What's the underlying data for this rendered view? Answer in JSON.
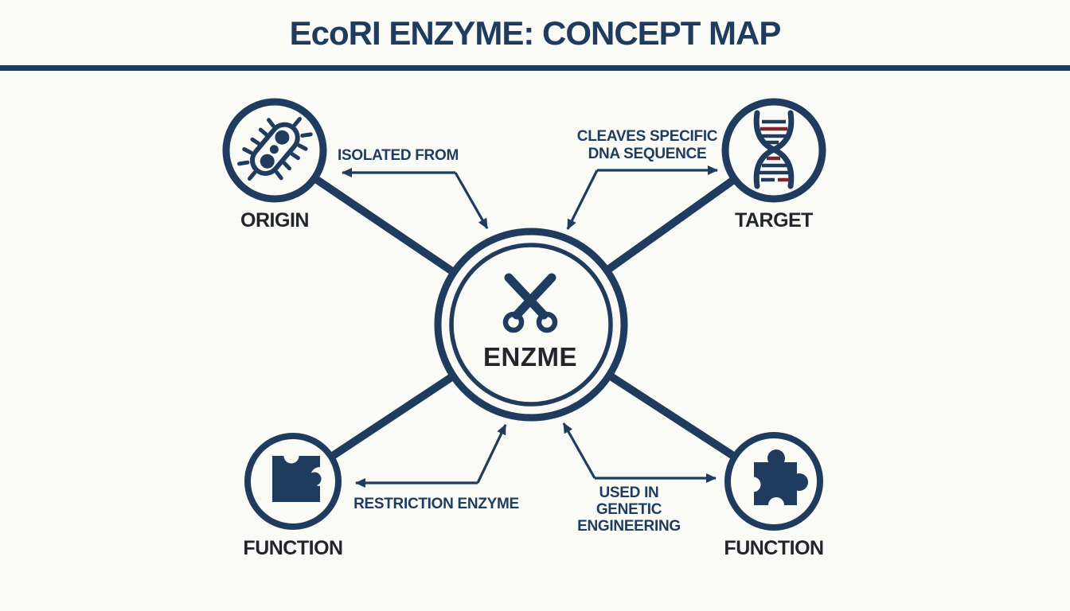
{
  "title": "EcoRI ENZYME: CONCEPT MAP",
  "colors": {
    "navy": "#1f3b5e",
    "maroon": "#7d2630",
    "ink": "#22262c",
    "background": "#fafaf6"
  },
  "center": {
    "label": "ENZME",
    "icon": "scissors-icon"
  },
  "nodes": [
    {
      "id": "origin",
      "label": "ORIGIN",
      "icon": "bacteria-icon",
      "position": "top-left"
    },
    {
      "id": "target",
      "label": "TARGET",
      "icon": "dna-icon",
      "position": "top-right"
    },
    {
      "id": "function-left",
      "label": "FUNCTION",
      "icon": "puzzle-icon",
      "position": "bottom-left"
    },
    {
      "id": "function-right",
      "label": "FUNCTION",
      "icon": "puzzle-icon",
      "position": "bottom-right"
    }
  ],
  "edges": [
    {
      "from": "center",
      "to": "origin",
      "label_lines": [
        "ISOLATED FROM"
      ]
    },
    {
      "from": "center",
      "to": "target",
      "label_lines": [
        "CLEAVES SPECIFIC",
        "DNA SEQUENCE"
      ]
    },
    {
      "from": "center",
      "to": "function-left",
      "label_lines": [
        "RESTRICTION ENZYME"
      ]
    },
    {
      "from": "center",
      "to": "function-right",
      "label_lines": [
        "USED IN",
        "GENETIC",
        "ENGINEERING"
      ]
    }
  ]
}
